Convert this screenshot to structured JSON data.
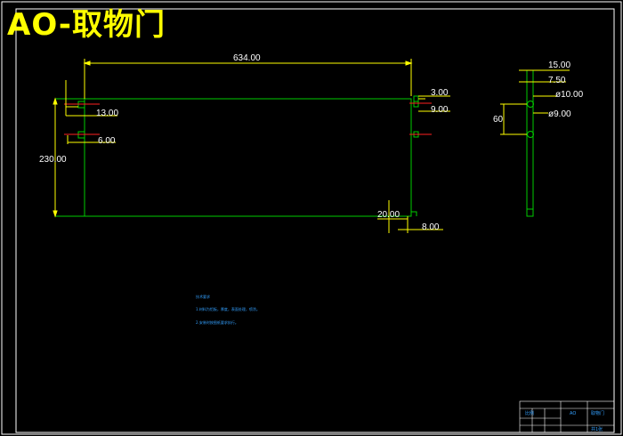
{
  "title": "AO-取物门",
  "colors": {
    "background": "#000000",
    "outline": "#00cc00",
    "dimension": "#ffff00",
    "centerline": "#ff2020",
    "text": "#ffffff",
    "note": "#33a0ff",
    "frame": "#ffffff"
  },
  "front_view": {
    "overall_width": "634.00",
    "overall_height": "230.00",
    "left_hole_top": "13.00",
    "left_hole_offset": "6.00",
    "right_top_offset": "3.00",
    "right_hole_offset": "9.00",
    "bottom_notch_height": "20.00",
    "bottom_notch_width": "8.00"
  },
  "side_view": {
    "thickness": "15.00",
    "half_thickness": "7.50",
    "hole_large": "ø10.00",
    "hole_small": "ø9.00",
    "hole_spacing": "60"
  },
  "notes": {
    "heading": "技术要求",
    "line1": "1.材料为铝板，厚度，表面处理，喷涂。",
    "line2": "2.安装时按图纸要求执行。"
  },
  "title_block": {
    "name": "取物门",
    "drawing_no": "AO",
    "scale": "比例",
    "sheet": "共1张"
  }
}
